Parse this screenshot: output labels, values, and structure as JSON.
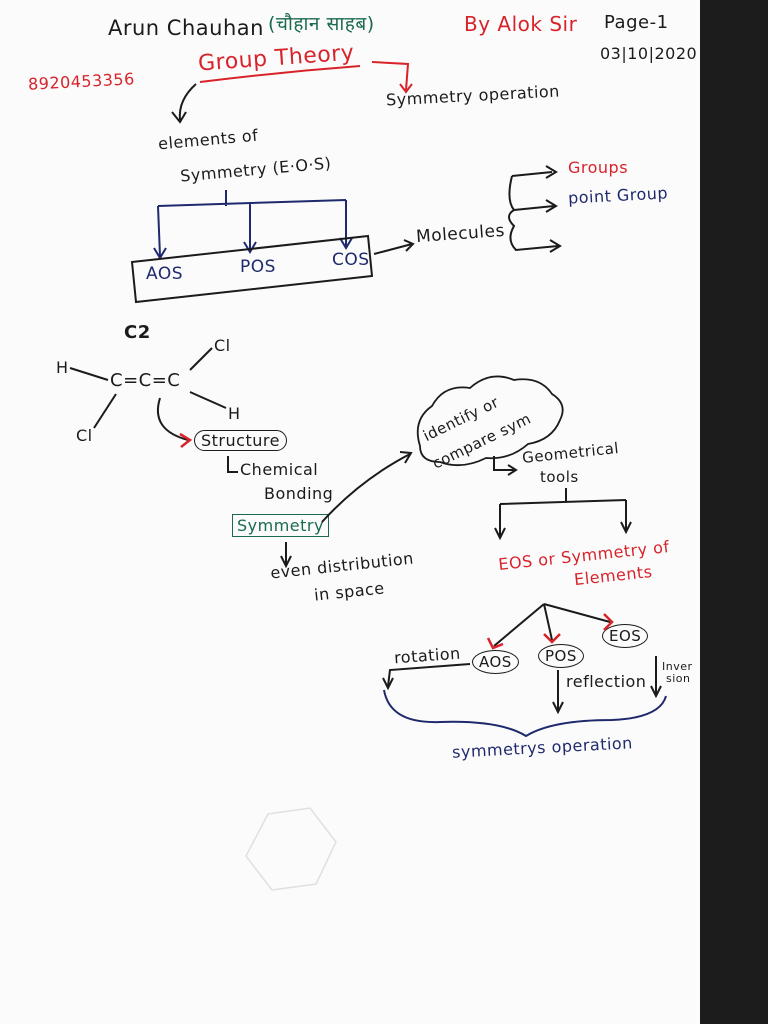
{
  "header": {
    "author": "Arun Chauhan",
    "author_hindi": "(चौहान साहब)",
    "by_line": "By Alok Sir",
    "page": "Page-1",
    "date": "03|10|2020",
    "phone": "8920453356"
  },
  "topic": {
    "title": "Group Theory",
    "symmetry_operation": "Symmetry operation",
    "elements_line1": "elements of",
    "elements_line2": "Symmetry (E·O·S)",
    "box_items": [
      "AOS",
      "POS",
      "COS"
    ],
    "molecules": "Molecules",
    "branches": [
      "Groups",
      "point Group"
    ]
  },
  "molecule": {
    "label": "C2",
    "cl_top": "Cl",
    "h_left": "H",
    "chain": "C=C=C",
    "h_right": "H",
    "cl_bottom": "Cl"
  },
  "concepts": {
    "structure": "Structure",
    "chemical_line1": "Chemical",
    "chemical_line2": "Bonding",
    "symmetry": "Symmetry",
    "even_line1": "even distribution",
    "even_line2": "in space",
    "identify_line1": "identify or",
    "identify_line2": "compare sym",
    "geom_line1": "Geometrical",
    "geom_line2": "tools",
    "eos_line1": "EOS or Symmetry of",
    "eos_line2": "Elements",
    "circles": [
      "AOS",
      "POS",
      "EOS"
    ],
    "rotation": "rotation",
    "reflection": "reflection",
    "inversion_line1": "Inver",
    "inversion_line2": "sion",
    "symmetry_operation_bottom": "symmetrys operation"
  },
  "colors": {
    "ink_black": "#1b1b1b",
    "ink_red": "#d8232a",
    "ink_blue": "#1f2a6d",
    "ink_green": "#1a6a4c"
  }
}
